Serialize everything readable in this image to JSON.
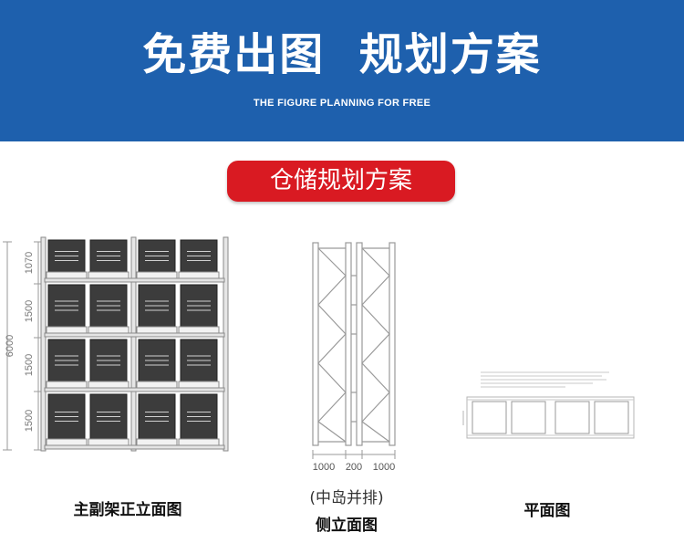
{
  "header": {
    "title": "免费出图  规划方案",
    "subtitle": "THE FIGURE PLANNING FOR FREE",
    "bg_color": "#1e60ad"
  },
  "section_label": {
    "text": "仓储规划方案",
    "color": "#d91a22"
  },
  "front_view": {
    "caption": "主副架正立面图",
    "total_height": "6000",
    "level_heights": [
      "1070",
      "1500",
      "1500",
      "1500"
    ]
  },
  "side_view": {
    "caption_sub": "(中岛并排)",
    "caption": "侧立面图",
    "widths": [
      "1000",
      "200",
      "1000"
    ]
  },
  "plan_view": {
    "caption": "平面图"
  }
}
